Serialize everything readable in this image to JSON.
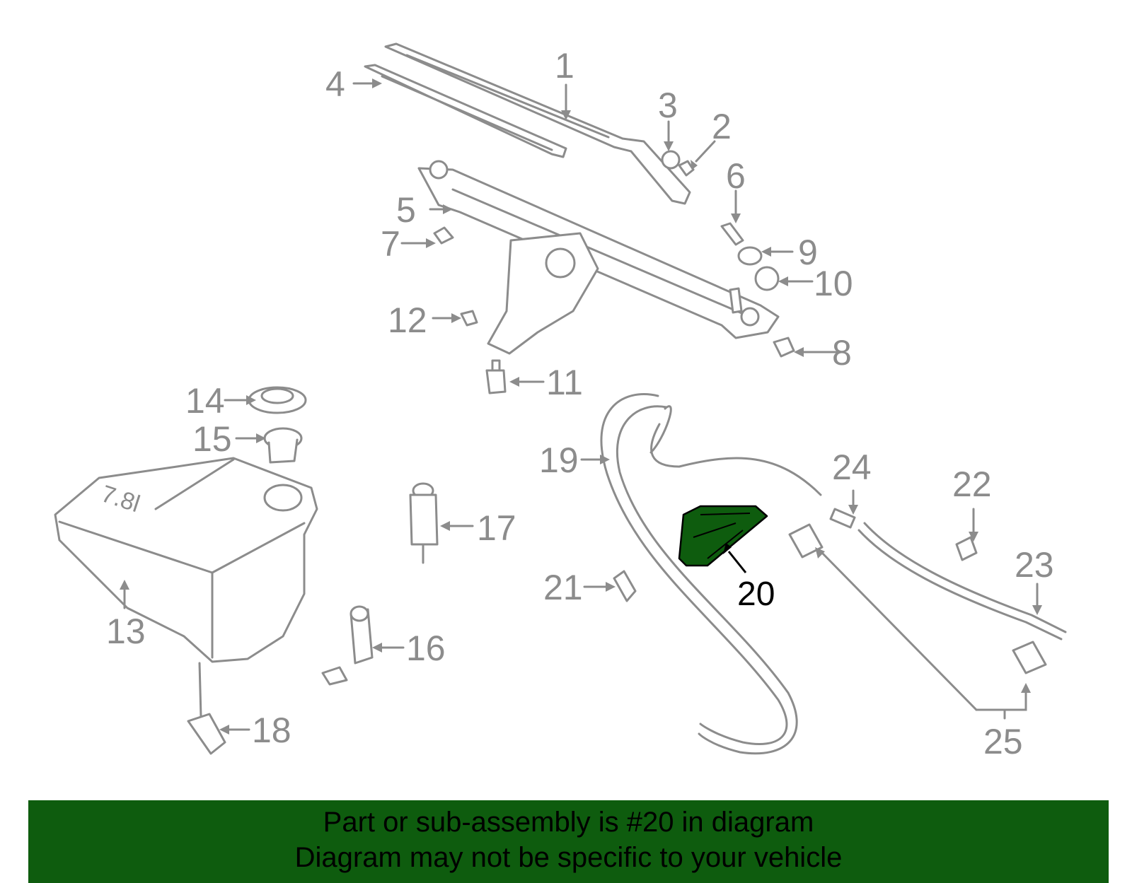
{
  "diagram": {
    "highlighted_part": "20",
    "highlight_color": "#0e5c0e",
    "line_color": "#8c8c8c",
    "callouts": [
      {
        "id": "c1",
        "label": "1"
      },
      {
        "id": "c2",
        "label": "2"
      },
      {
        "id": "c3",
        "label": "3"
      },
      {
        "id": "c4",
        "label": "4"
      },
      {
        "id": "c5",
        "label": "5"
      },
      {
        "id": "c6",
        "label": "6"
      },
      {
        "id": "c7",
        "label": "7"
      },
      {
        "id": "c8",
        "label": "8"
      },
      {
        "id": "c9",
        "label": "9"
      },
      {
        "id": "c10",
        "label": "10"
      },
      {
        "id": "c11",
        "label": "11"
      },
      {
        "id": "c12",
        "label": "12"
      },
      {
        "id": "c13",
        "label": "13"
      },
      {
        "id": "c14",
        "label": "14"
      },
      {
        "id": "c15",
        "label": "15"
      },
      {
        "id": "c16",
        "label": "16"
      },
      {
        "id": "c17",
        "label": "17"
      },
      {
        "id": "c18",
        "label": "18"
      },
      {
        "id": "c19",
        "label": "19"
      },
      {
        "id": "c20",
        "label": "20"
      },
      {
        "id": "c21",
        "label": "21"
      },
      {
        "id": "c22",
        "label": "22"
      },
      {
        "id": "c23",
        "label": "23"
      },
      {
        "id": "c24",
        "label": "24"
      },
      {
        "id": "c25",
        "label": "25"
      }
    ],
    "reservoir_marking": "7.8l"
  },
  "banner": {
    "line1": "Part or sub-assembly is #20 in diagram",
    "line2": "Diagram may not be specific to your vehicle",
    "background": "#0e5c0e"
  }
}
